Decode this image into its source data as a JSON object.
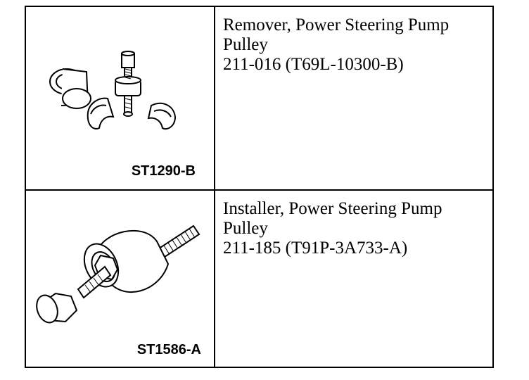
{
  "tools": [
    {
      "name": "Remover, Power Steering Pump",
      "name_cont": "Pulley",
      "number": "211-016 (T69L-10300-B)",
      "image_code": "ST1290-B"
    },
    {
      "name": "Installer, Power Steering Pump",
      "name_cont": "Pulley",
      "number": "211-185 (T91P-3A733-A)",
      "image_code": "ST1586-A"
    }
  ]
}
